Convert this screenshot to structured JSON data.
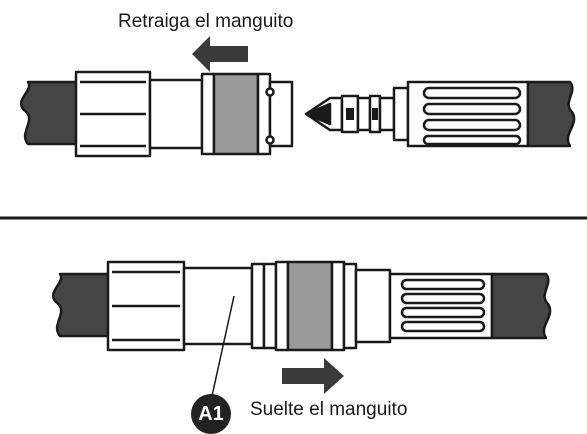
{
  "instructions": {
    "top": "Retraiga el manguito",
    "bottom": "Suelte el manguito"
  },
  "callout": "A1",
  "colors": {
    "hose": "#454545",
    "sleeve": "#9a9a9a",
    "arrow": "#3a3a3a",
    "outline": "#1a1a1a",
    "badge": "#222222"
  }
}
